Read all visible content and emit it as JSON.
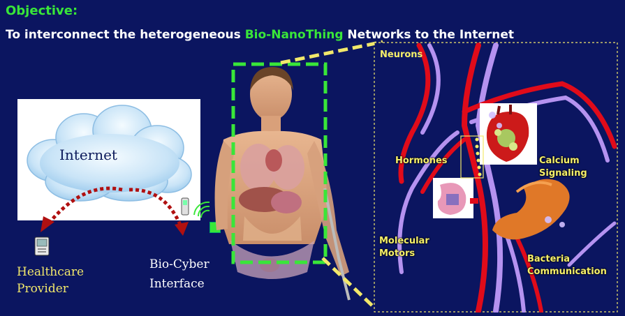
{
  "header": {
    "objective_label": "Objective:",
    "subtitle_prefix": "To interconnect the heterogeneous ",
    "subtitle_highlight": "Bio-NanoThing",
    "subtitle_suffix": " Networks to the Internet"
  },
  "left": {
    "cloud_label": "Internet",
    "healthcare_line1": "Healthcare",
    "healthcare_line2": "Provider",
    "interface_line1": "Bio-Cyber",
    "interface_line2": "Interface"
  },
  "zoom_panel": {
    "neurons": "Neurons",
    "hormones": "Hormones",
    "calcium_line1": "Calcium",
    "calcium_line2": "Signaling",
    "motors_line1": "Molecular",
    "motors_line2": "Motors",
    "bacteria_line1": "Bacteria",
    "bacteria_line2": "Communication"
  },
  "colors": {
    "background": "#0b1560",
    "accent_green": "#39e639",
    "label_yellow": "#f2e86b",
    "arrow_red": "#b01010",
    "vessel_red": "#e00b1a",
    "vessel_purple": "#b592f0"
  },
  "icons": [
    "cloud-icon",
    "phone-icon",
    "handheld-device-icon",
    "wireless-signal-icon",
    "nanodevice-icon",
    "human-body-figure",
    "heart-image",
    "kidney-image",
    "stomach-image"
  ]
}
